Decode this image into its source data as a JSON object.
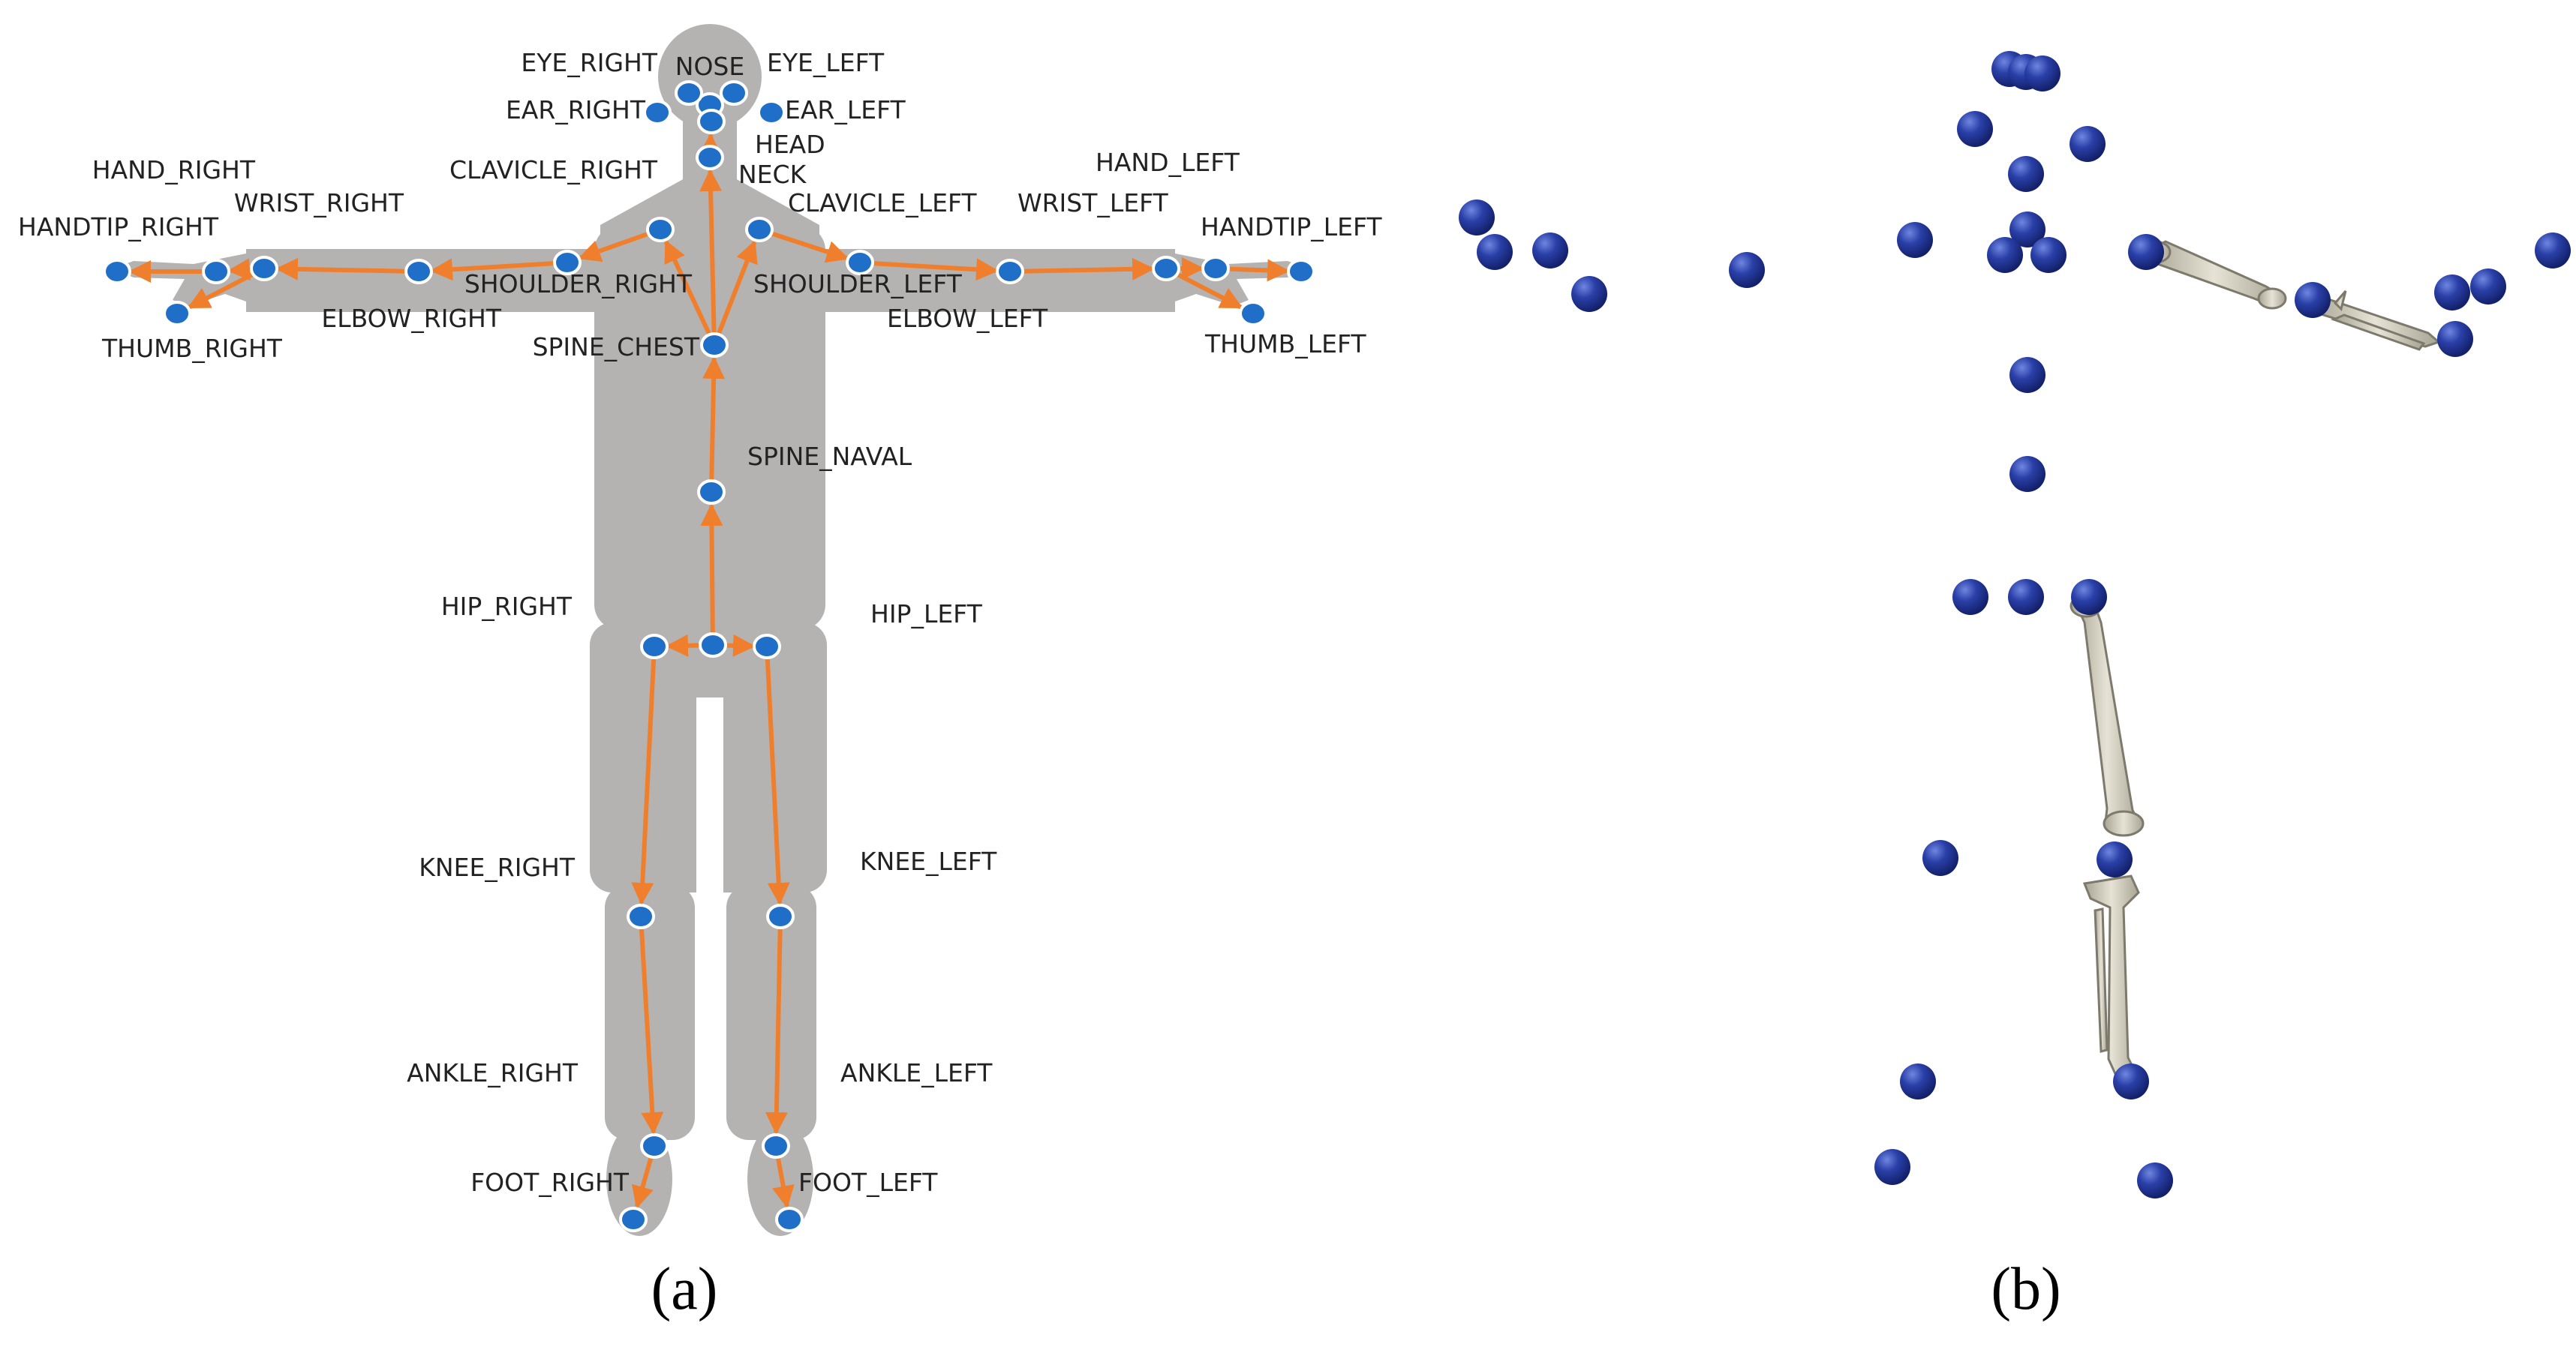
{
  "panels": {
    "a": {
      "caption": "(a)",
      "joints": [
        {
          "id": "NOSE",
          "label": "NOSE"
        },
        {
          "id": "EYE_RIGHT",
          "label": "EYE_RIGHT"
        },
        {
          "id": "EYE_LEFT",
          "label": "EYE_LEFT"
        },
        {
          "id": "EAR_RIGHT",
          "label": "EAR_RIGHT"
        },
        {
          "id": "EAR_LEFT",
          "label": "EAR_LEFT"
        },
        {
          "id": "HEAD",
          "label": "HEAD"
        },
        {
          "id": "NECK",
          "label": "NECK"
        },
        {
          "id": "CLAVICLE_RIGHT",
          "label": "CLAVICLE_RIGHT"
        },
        {
          "id": "CLAVICLE_LEFT",
          "label": "CLAVICLE_LEFT"
        },
        {
          "id": "SHOULDER_RIGHT",
          "label": "SHOULDER_RIGHT"
        },
        {
          "id": "SHOULDER_LEFT",
          "label": "SHOULDER_LEFT"
        },
        {
          "id": "ELBOW_RIGHT",
          "label": "ELBOW_RIGHT"
        },
        {
          "id": "ELBOW_LEFT",
          "label": "ELBOW_LEFT"
        },
        {
          "id": "WRIST_RIGHT",
          "label": "WRIST_RIGHT"
        },
        {
          "id": "WRIST_LEFT",
          "label": "WRIST_LEFT"
        },
        {
          "id": "HAND_RIGHT",
          "label": "HAND_RIGHT"
        },
        {
          "id": "HAND_LEFT",
          "label": "HAND_LEFT"
        },
        {
          "id": "HANDTIP_RIGHT",
          "label": "HANDTIP_RIGHT"
        },
        {
          "id": "HANDTIP_LEFT",
          "label": "HANDTIP_LEFT"
        },
        {
          "id": "THUMB_RIGHT",
          "label": "THUMB_RIGHT"
        },
        {
          "id": "THUMB_LEFT",
          "label": "THUMB_LEFT"
        },
        {
          "id": "SPINE_CHEST",
          "label": "SPINE_CHEST"
        },
        {
          "id": "SPINE_NAVAL",
          "label": "SPINE_NAVAL"
        },
        {
          "id": "PELVIS",
          "label": ""
        },
        {
          "id": "HIP_RIGHT",
          "label": "HIP_RIGHT"
        },
        {
          "id": "HIP_LEFT",
          "label": "HIP_LEFT"
        },
        {
          "id": "KNEE_RIGHT",
          "label": "KNEE_RIGHT"
        },
        {
          "id": "KNEE_LEFT",
          "label": "KNEE_LEFT"
        },
        {
          "id": "ANKLE_RIGHT",
          "label": "ANKLE_RIGHT"
        },
        {
          "id": "ANKLE_LEFT",
          "label": "ANKLE_LEFT"
        },
        {
          "id": "FOOT_RIGHT",
          "label": "FOOT_RIGHT"
        },
        {
          "id": "FOOT_LEFT",
          "label": "FOOT_LEFT"
        }
      ],
      "bones": [
        [
          "PELVIS",
          "SPINE_NAVAL"
        ],
        [
          "SPINE_NAVAL",
          "SPINE_CHEST"
        ],
        [
          "SPINE_CHEST",
          "NECK"
        ],
        [
          "NECK",
          "HEAD"
        ],
        [
          "SPINE_CHEST",
          "CLAVICLE_RIGHT"
        ],
        [
          "SPINE_CHEST",
          "CLAVICLE_LEFT"
        ],
        [
          "CLAVICLE_RIGHT",
          "SHOULDER_RIGHT"
        ],
        [
          "CLAVICLE_LEFT",
          "SHOULDER_LEFT"
        ],
        [
          "SHOULDER_RIGHT",
          "ELBOW_RIGHT"
        ],
        [
          "SHOULDER_LEFT",
          "ELBOW_LEFT"
        ],
        [
          "ELBOW_RIGHT",
          "WRIST_RIGHT"
        ],
        [
          "ELBOW_LEFT",
          "WRIST_LEFT"
        ],
        [
          "WRIST_RIGHT",
          "HAND_RIGHT"
        ],
        [
          "WRIST_LEFT",
          "HAND_LEFT"
        ],
        [
          "HAND_RIGHT",
          "HANDTIP_RIGHT"
        ],
        [
          "HAND_LEFT",
          "HANDTIP_LEFT"
        ],
        [
          "WRIST_RIGHT",
          "THUMB_RIGHT"
        ],
        [
          "WRIST_LEFT",
          "THUMB_LEFT"
        ],
        [
          "PELVIS",
          "HIP_RIGHT"
        ],
        [
          "PELVIS",
          "HIP_LEFT"
        ],
        [
          "HIP_RIGHT",
          "KNEE_RIGHT"
        ],
        [
          "HIP_LEFT",
          "KNEE_LEFT"
        ],
        [
          "KNEE_RIGHT",
          "ANKLE_RIGHT"
        ],
        [
          "KNEE_LEFT",
          "ANKLE_LEFT"
        ],
        [
          "ANKLE_RIGHT",
          "FOOT_RIGHT"
        ],
        [
          "ANKLE_LEFT",
          "FOOT_LEFT"
        ]
      ]
    },
    "b": {
      "caption": "(b)"
    }
  },
  "colors": {
    "silhouette": "#b5b3b1",
    "bone_arrow": "#f07f2d",
    "joint_fill": "#1f6fc8",
    "joint_stroke": "#ffffff",
    "marker_sphere": "#22379a",
    "bone_model": "#d8d5c6"
  }
}
